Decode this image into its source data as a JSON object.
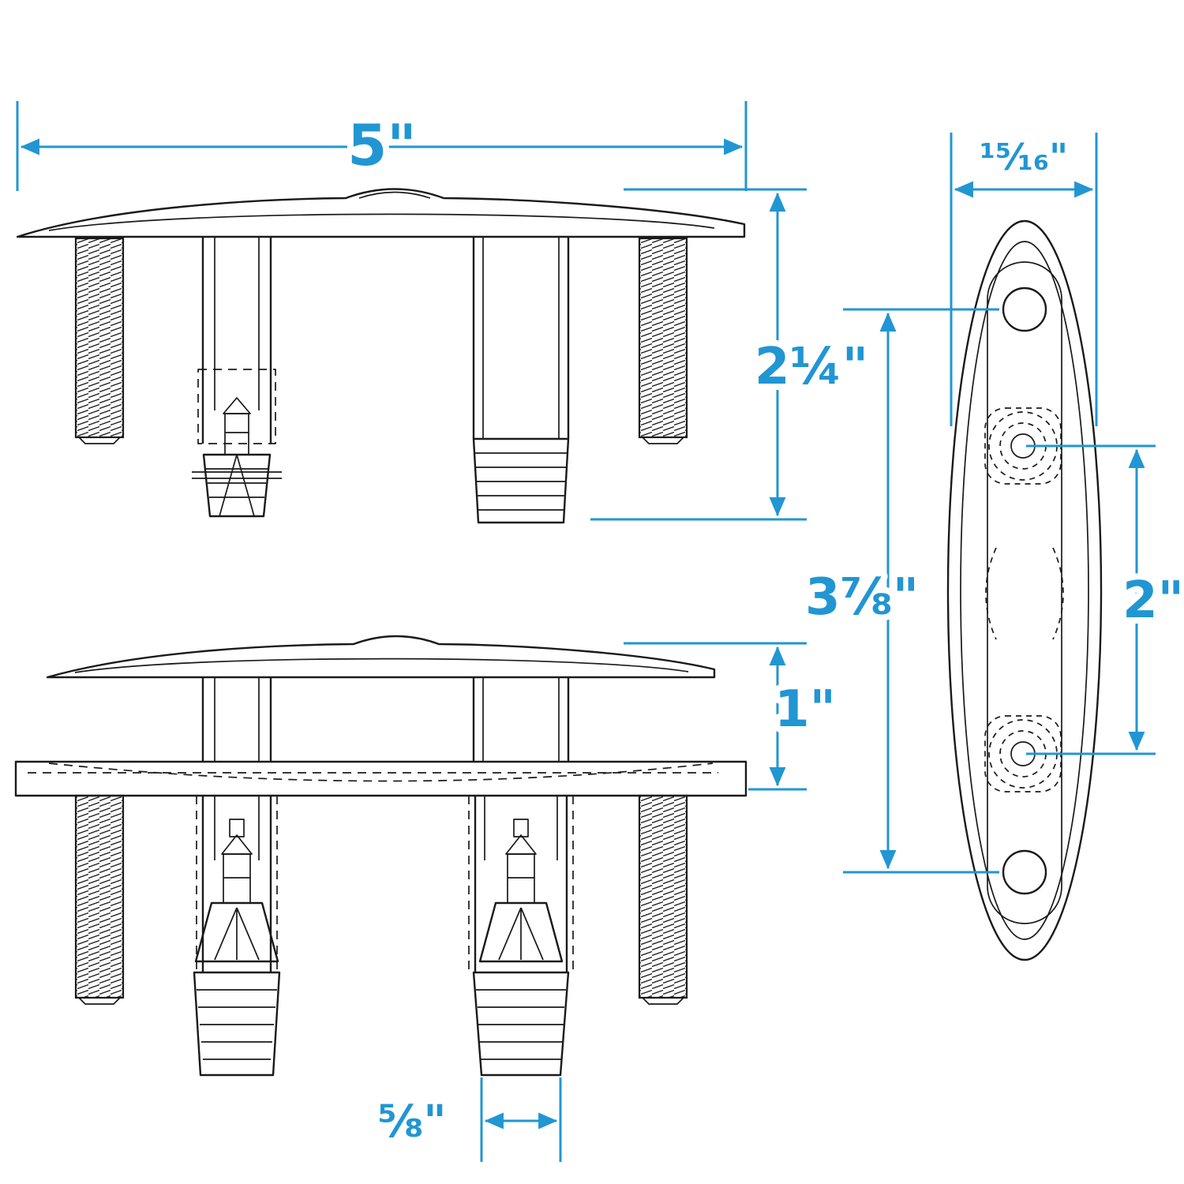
{
  "colors": {
    "dimension_accent": "#2196D3",
    "drawing_line": "#1A1A1A",
    "background": "#FFFFFF"
  },
  "dimensions": {
    "overall_length": "5\"",
    "overall_height_raised": "2¼\"",
    "body_width": "¹⁵⁄₁₆\"",
    "end_hole_spacing": "3⅞\"",
    "stud_spacing": "2\"",
    "horn_height": "1\"",
    "stud_diameter": "⅝\""
  }
}
